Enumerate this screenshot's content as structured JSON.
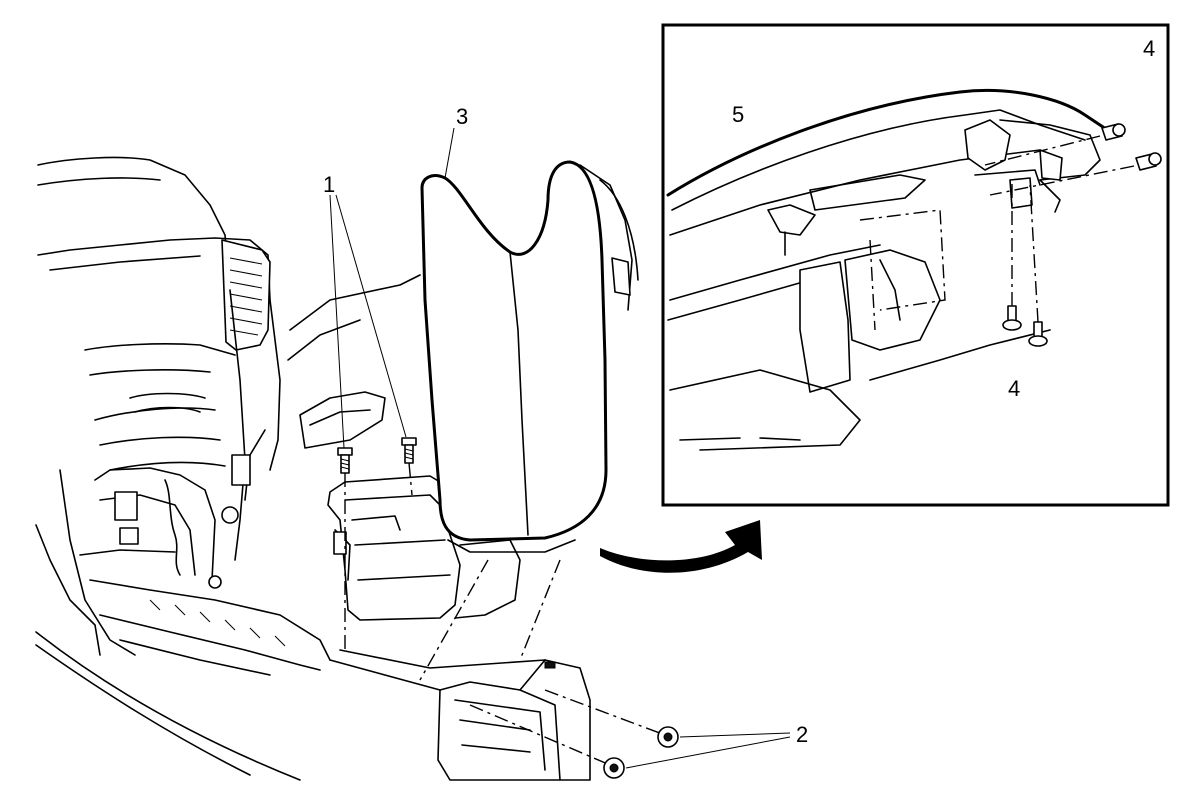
{
  "callouts": {
    "c1": "1",
    "c2": "2",
    "c3": "3",
    "c4_top": "4",
    "c4_bottom": "4",
    "c5": "5"
  },
  "colors": {
    "line": "#000000",
    "background": "#ffffff"
  }
}
